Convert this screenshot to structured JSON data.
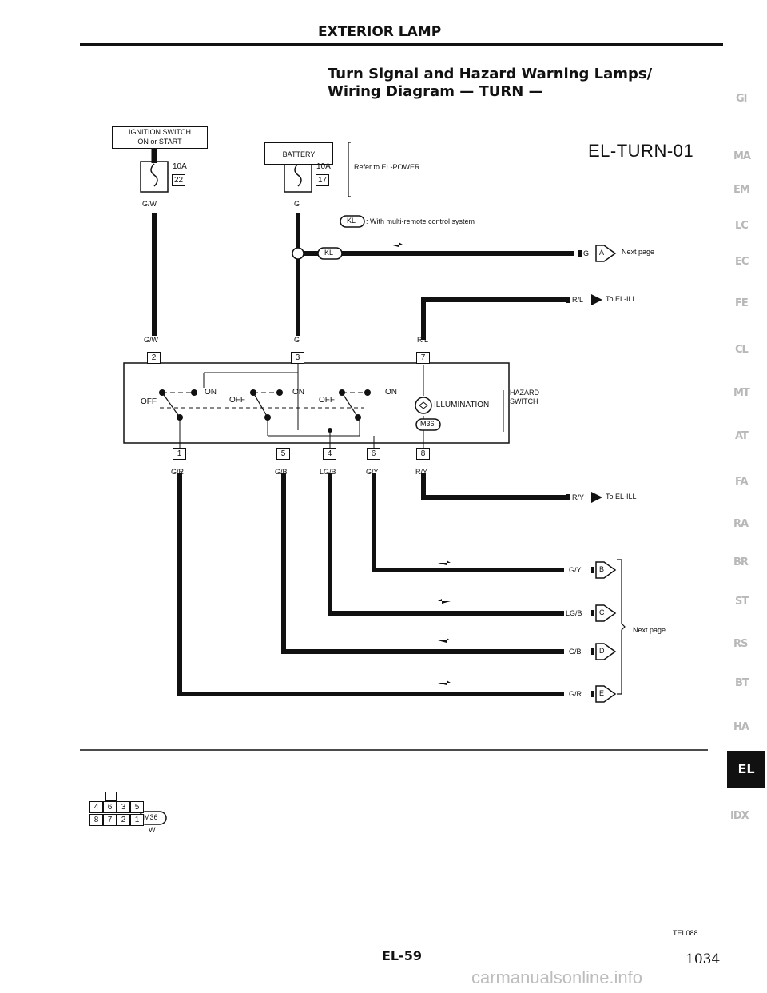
{
  "header": {
    "section_title": "EXTERIOR LAMP",
    "title_line1": "Turn Signal and Hazard Warning Lamps/",
    "title_line2": "Wiring Diagram — TURN —",
    "diagram_id": "EL-TURN-01"
  },
  "power": {
    "ignition_label_line1": "IGNITION SWITCH",
    "ignition_label_line2": "ON or START",
    "battery_label": "BATTERY",
    "fuse1_rating": "10A",
    "fuse1_number": "22",
    "fuse2_rating": "10A",
    "fuse2_number": "17",
    "refer_note": "Refer to EL-POWER."
  },
  "legend": {
    "kl_symbol": "KL",
    "kl_note": ": With multi-remote control system"
  },
  "wires": {
    "gw_top": "G/W",
    "g_top": "G",
    "gw_mid": "G/W",
    "g_mid": "G",
    "rl_mid": "R/L",
    "g_next": "G",
    "rl_out": "R/L",
    "ry_out": "R/Y",
    "gr_bottom": "G/R",
    "gb_bottom": "G/B",
    "lgb_bottom": "LG/B",
    "gy_bottom": "G/Y",
    "ry_bottom": "R/Y",
    "gy_out": "G/Y",
    "lgb_out": "LG/B",
    "gb_out": "G/B",
    "gr_out": "G/R"
  },
  "destinations": {
    "next_page": "Next page",
    "to_el_ill_1": "To EL-ILL",
    "to_el_ill_2": "To EL-ILL",
    "next_page_group": "Next page",
    "conn_a": "A",
    "conn_b": "B",
    "conn_c": "C",
    "conn_d": "D",
    "conn_e": "E"
  },
  "switch": {
    "pins_top": [
      "2",
      "3",
      "7"
    ],
    "pins_bottom": [
      "1",
      "5",
      "4",
      "6",
      "8"
    ],
    "on_1": "ON",
    "off_1": "OFF",
    "on_2": "ON",
    "off_2": "OFF",
    "on_3": "ON",
    "off_3": "OFF",
    "illumination": "ILLUMINATION",
    "name_line1": "HAZARD",
    "name_line2": "SWITCH",
    "connector_id": "M36"
  },
  "connector_face": {
    "row1": [
      "4",
      "6",
      "3",
      "5"
    ],
    "row2": [
      "8",
      "7",
      "2",
      "1"
    ],
    "id": "M36",
    "color_code": "W"
  },
  "side_tabs": [
    "GI",
    "MA",
    "EM",
    "LC",
    "EC",
    "FE",
    "CL",
    "MT",
    "AT",
    "FA",
    "RA",
    "BR",
    "ST",
    "RS",
    "BT",
    "HA",
    "EL",
    "IDX"
  ],
  "active_tab": "EL",
  "footer": {
    "figure_code": "TEL088",
    "page_label": "EL-59",
    "page_number": "1034",
    "watermark": "carmanualsonline.info"
  }
}
